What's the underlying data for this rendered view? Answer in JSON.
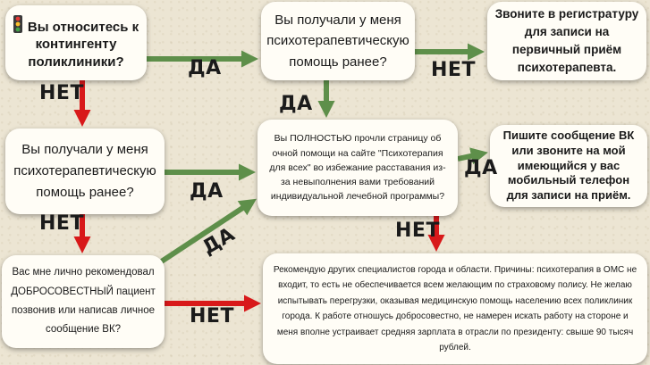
{
  "boxes": {
    "q1": "Вы относитесь к контингенту поликлиники?",
    "q2": "Вы получали у меня психотерапевтическую помощь ранее?",
    "r1": "Звоните в регистратуру для записи на первичный приём психотерапевта.",
    "q3": "Вы получали у меня психотерапевтическую помощь ранее?",
    "q4": "Вы ПОЛНОСТЬЮ прочли страницу об очной помощи на сайте \"Психотерапия для всех\" во избежание расставания из-за невыполнения вами требований индивидуальной лечебной программы?",
    "r2": "Пишите сообщение ВК или звоните на мой имеющийся у вас мобильный телефон для записи на приём.",
    "q5": "Вас мне лично рекомендовал ДОБРОСОВЕСТНЫЙ пациент позвонив или написав личное сообщение ВК?",
    "r3": "Рекомендую других специалистов города и области. Причины: психотерапия в ОМС не входит, то есть не обеспечивается всем желающим по страховому полису. Не желаю испытывать перегрузки, оказывая медицинскую помощь населению всех поликлиник города. К работе отношусь добросовестно, не намерен искать работу на стороне и меня вполне устраивает средняя зарплата в отрасли по президенту: свыше 90 тысяч рублей."
  },
  "labels": {
    "yes": "ДА",
    "no": "НЕТ"
  },
  "colors": {
    "yes_arrow": "#5e8f4a",
    "no_arrow": "#d8191a",
    "background": "#ece5d3",
    "box": "#fffdf6"
  },
  "icons": {
    "start": "traffic-light-icon"
  }
}
